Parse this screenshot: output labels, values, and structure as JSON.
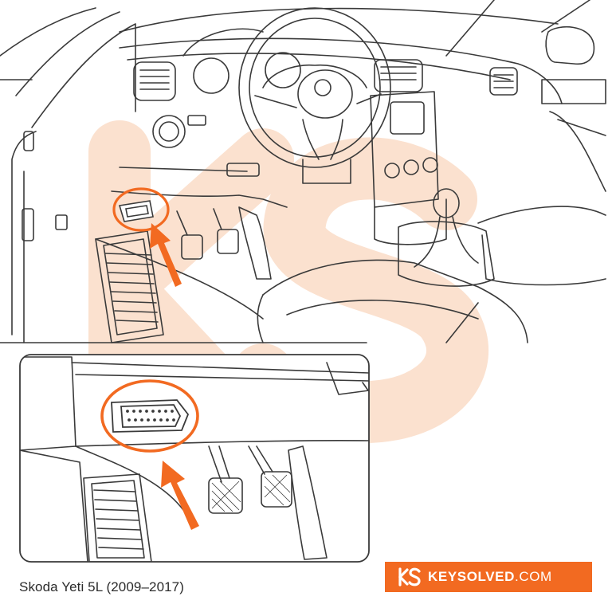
{
  "caption": "Skoda Yeti 5L (2009–2017)",
  "brand": {
    "name_strong": "KEYSOLVED",
    "name_suffix": ".COM"
  },
  "colors": {
    "brand": "#f26a21",
    "arrow": "#f26a21",
    "highlight_ring": "#f26a21",
    "watermark": "#fbe1cf",
    "line": "#3a3a3a"
  },
  "icons": {
    "logo": "ks-monogram-icon",
    "watermark": "ks-watermark-icon",
    "arrow": "pointer-arrow-icon",
    "port": "obd2-port-icon"
  }
}
